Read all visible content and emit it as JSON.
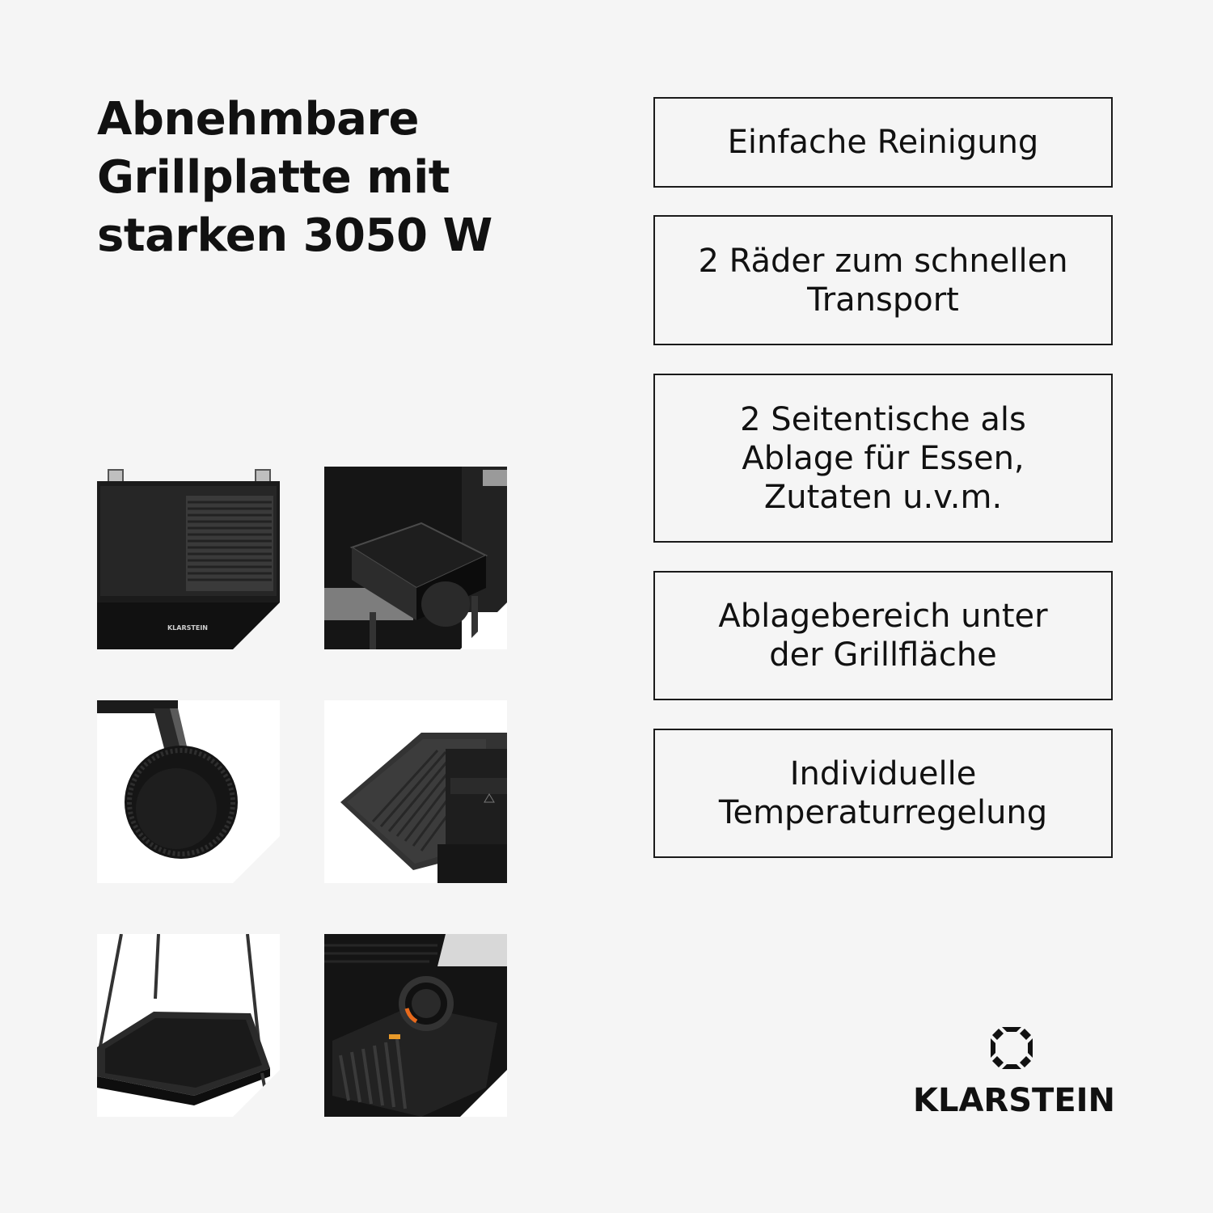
{
  "headline": {
    "lines": [
      "Abnehmbare",
      "Grillplatte mit",
      "starken 3050 W"
    ]
  },
  "features": [
    {
      "lines": [
        "Einfache Reinigung"
      ]
    },
    {
      "lines": [
        "2 Räder zum schnellen",
        "Transport"
      ]
    },
    {
      "lines": [
        "2 Seitentische als",
        "Ablage für Essen,",
        "Zutaten u.v.m."
      ]
    },
    {
      "lines": [
        "Ablagebereich unter",
        "der Grillfläche"
      ]
    },
    {
      "lines": [
        "Individuelle",
        "Temperaturregelung"
      ]
    }
  ],
  "thumbnails": [
    {
      "label": "KLARSTEIN"
    }
  ],
  "brand": {
    "name": "KLARSTEIN",
    "icon": "diamond-logo-icon"
  },
  "colors": {
    "background": "#f5f5f5",
    "text": "#111111",
    "product": "#1b1b1b"
  }
}
